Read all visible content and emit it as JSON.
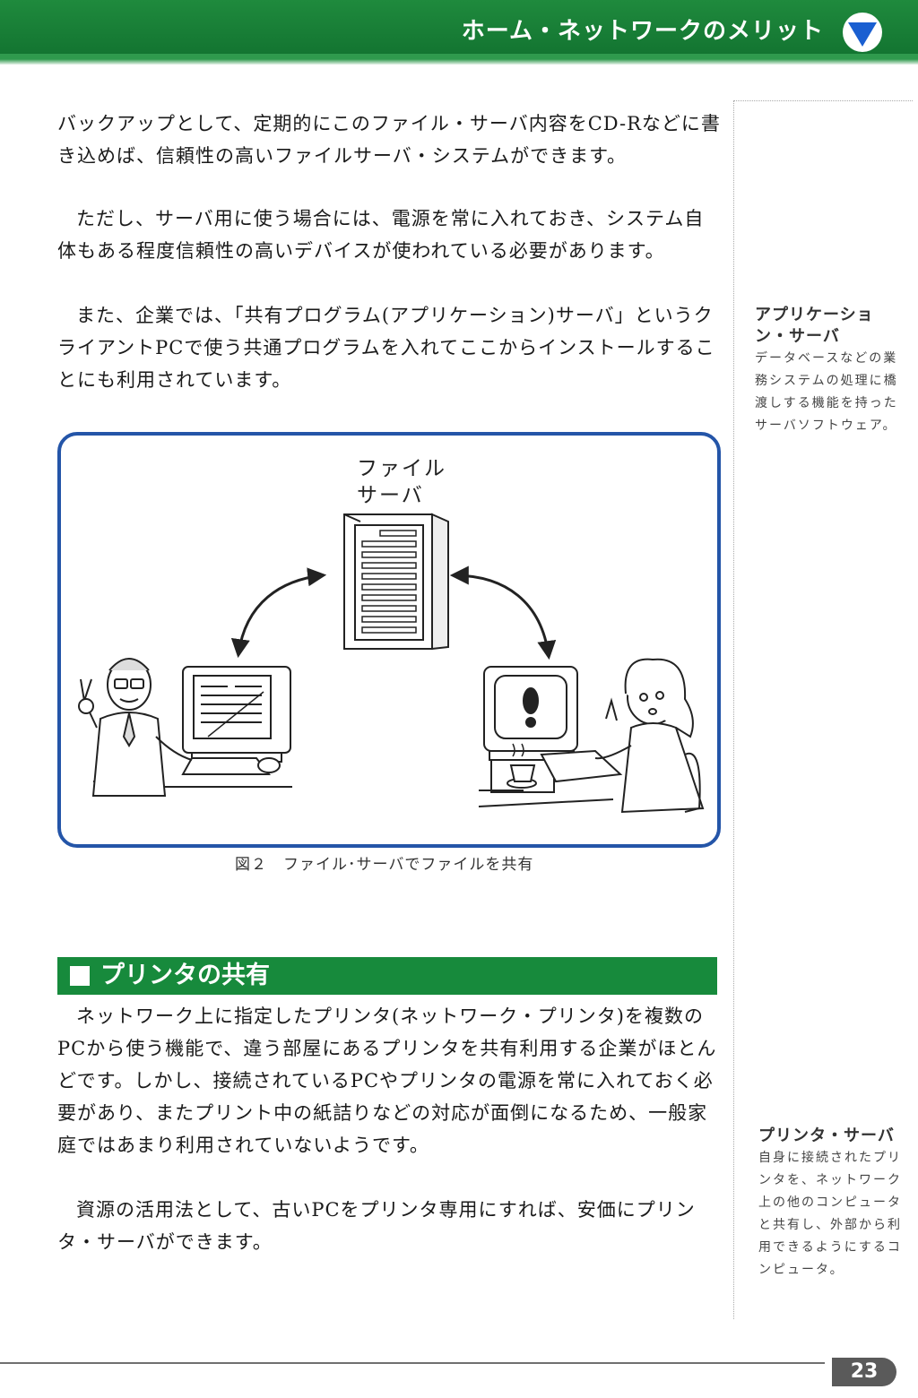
{
  "header": {
    "title": "ホーム・ネットワークのメリット"
  },
  "body": {
    "p1": "バックアップとして、定期的にこのファイル・サーバ内容をCD-Rなどに書き込めば、信頼性の高いファイルサーバ・システムができます。",
    "p2": "ただし、サーバ用に使う場合には、電源を常に入れておき、システム自体もある程度信頼性の高いデバイスが使われている必要があります。",
    "p3": "また、企業では、「共有プログラム(アプリケーション)サーバ」というクライアントPCで使う共通プログラムを入れてここからインストールすることにも利用されています。",
    "p4": "ネットワーク上に指定したプリンタ(ネットワーク・プリンタ)を複数のPCから使う機能で、違う部屋にあるプリンタを共有利用する企業がほとんどです。しかし、接続されているPCやプリンタの電源を常に入れておく必要があり、またプリント中の紙詰りなどの対応が面倒になるため、一般家庭ではあまり利用されていないようです。",
    "p5": "資源の活用法として、古いPCをプリンタ専用にすれば、安価にプリンタ・サーバができます。"
  },
  "sidebar": {
    "note1_title": "アプリケーション・サーバ",
    "note1_body": "データベースなどの業務システムの処理に橋渡しする機能を持ったサーバソフトウェア。",
    "note2_title": "プリンタ・サーバ",
    "note2_body": "自身に接続されたプリンタを、ネットワーク上の他のコンピュータと共有し、外部から利用できるようにするコンピュータ。"
  },
  "figure": {
    "server_label_line1": "ファイル",
    "server_label_line2": "サーバ",
    "caption": "図２　ファイル･サーバでファイルを共有"
  },
  "section": {
    "title": "プリンタの共有"
  },
  "footer": {
    "page_number": "23"
  },
  "colors": {
    "header_green": "#178a3c",
    "figure_border_blue": "#2455a8",
    "header_icon_blue": "#1a5fd1"
  }
}
